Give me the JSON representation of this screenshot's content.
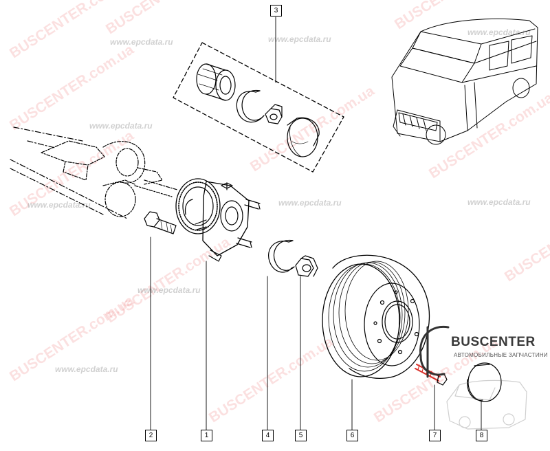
{
  "callouts": [
    {
      "id": "1",
      "label": "1"
    },
    {
      "id": "2",
      "label": "2"
    },
    {
      "id": "3",
      "label": "3"
    },
    {
      "id": "4",
      "label": "4"
    },
    {
      "id": "5",
      "label": "5"
    },
    {
      "id": "6",
      "label": "6"
    },
    {
      "id": "7",
      "label": "7"
    },
    {
      "id": "8",
      "label": "8"
    }
  ],
  "watermarks": {
    "bus": "BUSCENTER.com.ua",
    "epc": "www.epcdata.ru"
  },
  "logo": {
    "text": "BUSCENTER",
    "subtitle": "АВТОМОБИЛЬНЫЕ ЗАПЧАСТИНИ"
  },
  "colors": {
    "line": "#000000",
    "highlight_bolt": "#d9302a",
    "watermark": "#e83c3c"
  }
}
